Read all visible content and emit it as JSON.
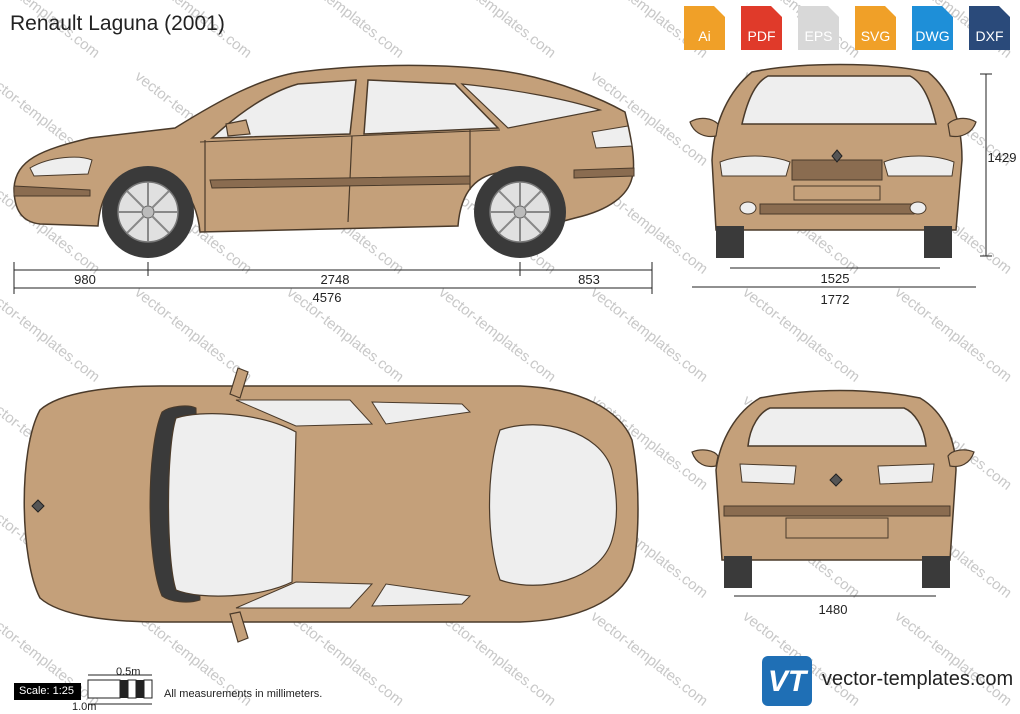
{
  "title": "Renault Laguna (2001)",
  "formats": [
    {
      "label": "Ai",
      "color": "#f0a028"
    },
    {
      "label": "PDF",
      "color": "#e03a2a"
    },
    {
      "label": "EPS",
      "color": "#d8d8d8"
    },
    {
      "label": "SVG",
      "color": "#f0a028"
    },
    {
      "label": "DWG",
      "color": "#1e8fd8"
    },
    {
      "label": "DXF",
      "color": "#2a4a7a"
    }
  ],
  "dimensions": {
    "front_overhang": "980",
    "wheelbase": "2748",
    "rear_overhang": "853",
    "length": "4576",
    "height": "1429",
    "front_track": "1525",
    "width": "1772",
    "rear_track": "1480"
  },
  "scale": {
    "label": "Scale: 1:25",
    "half_meter": "0.5m",
    "one_meter": "1.0m",
    "note": "All measurements in millimeters."
  },
  "watermark": "vector-templates.com",
  "brand": {
    "logo": "VT",
    "site": "vector-templates.com"
  },
  "colors": {
    "body": "#c4a07a",
    "body_dark": "#8a6c50",
    "glass": "#eeeeee",
    "tire": "#3a3a3a",
    "outline": "#4a3a2a"
  }
}
